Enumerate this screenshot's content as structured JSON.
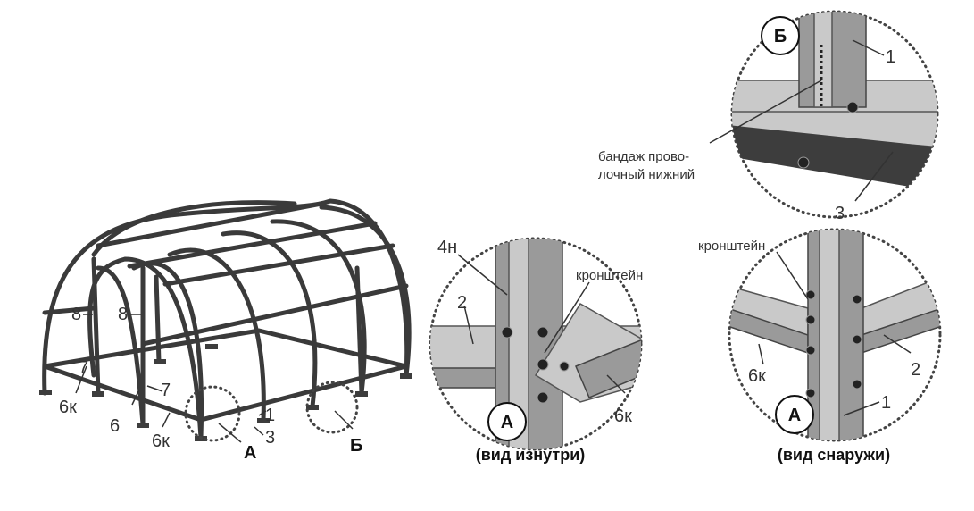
{
  "main_view": {
    "labels": {
      "p8a": "8",
      "p8b": "8",
      "p7a": "7",
      "p6k_a": "6к",
      "p6": "6",
      "p7b": "7",
      "p6k_b": "6к",
      "p1": "1",
      "p3": "3",
      "callout_a": "А",
      "callout_b": "Б"
    }
  },
  "detail_inside": {
    "marker": "А",
    "p4n": "4н",
    "p2": "2",
    "bracket": "кронштейн",
    "p6k": "6к",
    "caption": "(вид изнутри)"
  },
  "detail_b": {
    "marker": "Б",
    "p1": "1",
    "wire_line1": "бандаж прово-",
    "wire_line2": "лочный нижний",
    "p3": "3"
  },
  "detail_outside": {
    "marker": "А",
    "bracket": "кронштейн",
    "p6k": "6к",
    "p2": "2",
    "p1": "1",
    "caption": "(вид снаружи)"
  }
}
